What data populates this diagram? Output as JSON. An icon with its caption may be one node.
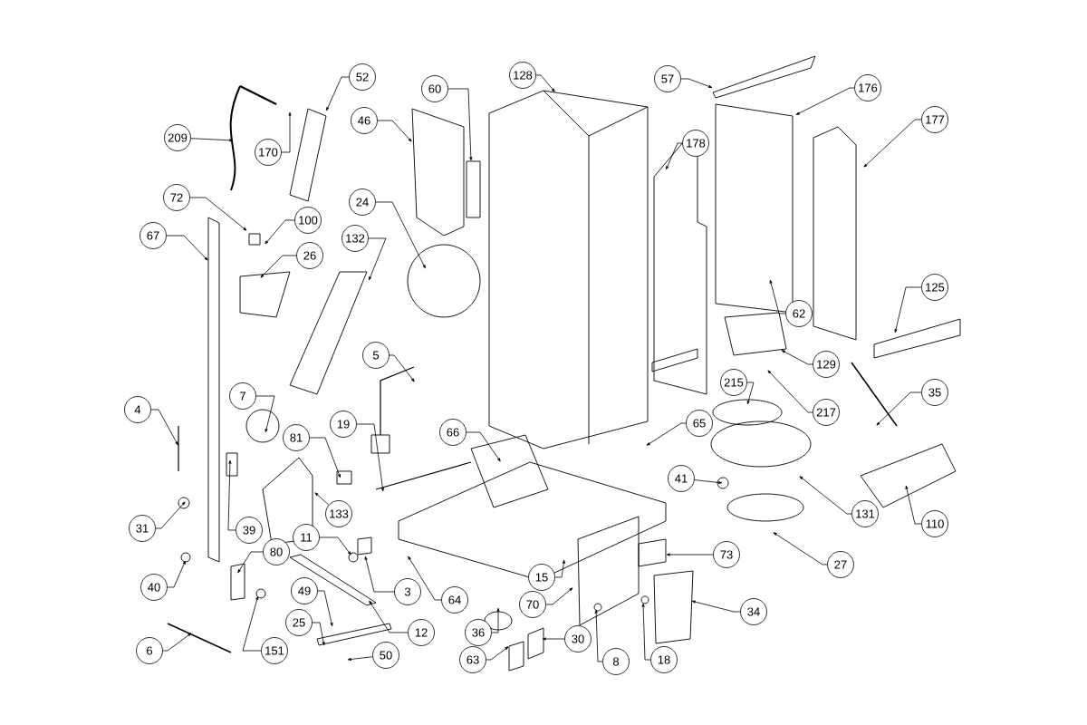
{
  "diagram": {
    "nodes": [
      {
        "text": [
          "52"
        ]
      },
      {
        "text": [
          "128"
        ]
      },
      {
        "text": [
          "57"
        ]
      },
      {
        "text": [
          "176"
        ]
      },
      {
        "text": [
          "60"
        ]
      },
      {
        "text": [
          "177"
        ]
      },
      {
        "text": [
          "46"
        ]
      },
      {
        "text": [
          "209"
        ]
      },
      {
        "text": [
          "178"
        ]
      },
      {
        "text": [
          "170"
        ]
      },
      {
        "text": [
          "72"
        ]
      },
      {
        "text": [
          "24"
        ]
      },
      {
        "text": [
          "100"
        ]
      },
      {
        "text": [
          "67"
        ]
      },
      {
        "text": [
          "132"
        ]
      },
      {
        "text": [
          "26"
        ]
      },
      {
        "text": [
          "125"
        ]
      },
      {
        "text": [
          "62"
        ]
      },
      {
        "text": [
          "5"
        ]
      },
      {
        "text": [
          "129"
        ]
      },
      {
        "text": [
          "215"
        ]
      },
      {
        "text": [
          "35"
        ]
      },
      {
        "text": [
          "7"
        ]
      },
      {
        "text": [
          "4"
        ]
      },
      {
        "text": [
          "217"
        ]
      },
      {
        "text": [
          "65"
        ]
      },
      {
        "text": [
          "19"
        ]
      },
      {
        "text": [
          "66"
        ]
      },
      {
        "text": [
          "81"
        ]
      },
      {
        "text": [
          "41"
        ]
      },
      {
        "text": [
          "133"
        ]
      },
      {
        "text": [
          "131"
        ]
      },
      {
        "text": [
          "110"
        ]
      },
      {
        "text": [
          "31"
        ]
      },
      {
        "text": [
          "39"
        ]
      },
      {
        "text": [
          "11"
        ]
      },
      {
        "text": [
          "80"
        ]
      },
      {
        "text": [
          "73"
        ]
      },
      {
        "text": [
          "27"
        ]
      },
      {
        "text": [
          "15"
        ]
      },
      {
        "text": [
          "40"
        ]
      },
      {
        "text": [
          "49"
        ]
      },
      {
        "text": [
          "3"
        ]
      },
      {
        "text": [
          "64"
        ]
      },
      {
        "text": [
          "70"
        ]
      },
      {
        "text": [
          "34"
        ]
      },
      {
        "text": [
          "25"
        ]
      },
      {
        "text": [
          "12"
        ]
      },
      {
        "text": [
          "36"
        ]
      },
      {
        "text": [
          "30"
        ]
      },
      {
        "text": [
          "6"
        ]
      },
      {
        "text": [
          "151"
        ]
      },
      {
        "text": [
          "50"
        ]
      },
      {
        "text": [
          "63"
        ]
      },
      {
        "text": [
          "8"
        ]
      },
      {
        "text": [
          "18"
        ]
      }
    ],
    "edges": [
      {
        "from": 0,
        "to": null,
        "arrow": "to"
      },
      {
        "from": 1,
        "to": null,
        "arrow": "to"
      },
      {
        "from": 2,
        "to": null,
        "arrow": "to"
      },
      {
        "from": 3,
        "to": null,
        "arrow": "to"
      },
      {
        "from": 4,
        "to": null,
        "arrow": "to"
      },
      {
        "from": 5,
        "to": null,
        "arrow": "to"
      },
      {
        "from": 6,
        "to": null,
        "arrow": "to"
      },
      {
        "from": 7,
        "to": null,
        "arrow": "to"
      },
      {
        "from": 8,
        "to": null,
        "arrow": "to"
      },
      {
        "from": 9,
        "to": null,
        "arrow": "to"
      },
      {
        "from": 10,
        "to": null,
        "arrow": "to"
      },
      {
        "from": 11,
        "to": null,
        "arrow": "to"
      },
      {
        "from": 12,
        "to": null,
        "arrow": "to"
      },
      {
        "from": 13,
        "to": null,
        "arrow": "to"
      },
      {
        "from": 14,
        "to": null,
        "arrow": "to"
      },
      {
        "from": 15,
        "to": null,
        "arrow": "to"
      },
      {
        "from": 16,
        "to": null,
        "arrow": "to"
      },
      {
        "from": 17,
        "to": null,
        "arrow": "to"
      },
      {
        "from": 18,
        "to": null,
        "arrow": "to"
      },
      {
        "from": 19,
        "to": null,
        "arrow": "to"
      },
      {
        "from": 20,
        "to": null,
        "arrow": "to"
      },
      {
        "from": 21,
        "to": null,
        "arrow": "to"
      },
      {
        "from": 22,
        "to": null,
        "arrow": "to"
      },
      {
        "from": 23,
        "to": null,
        "arrow": "to"
      },
      {
        "from": 24,
        "to": null,
        "arrow": "to"
      },
      {
        "from": 25,
        "to": null,
        "arrow": "to"
      },
      {
        "from": 26,
        "to": null,
        "arrow": "to"
      },
      {
        "from": 27,
        "to": null,
        "arrow": "to"
      },
      {
        "from": 28,
        "to": null,
        "arrow": "to"
      },
      {
        "from": 29,
        "to": null,
        "arrow": "to"
      },
      {
        "from": 30,
        "to": null,
        "arrow": "to"
      },
      {
        "from": 31,
        "to": null,
        "arrow": "to"
      },
      {
        "from": 32,
        "to": null,
        "arrow": "to"
      },
      {
        "from": 33,
        "to": null,
        "arrow": "to"
      },
      {
        "from": 34,
        "to": null,
        "arrow": "to"
      },
      {
        "from": 35,
        "to": null,
        "arrow": "to"
      },
      {
        "from": 36,
        "to": null,
        "arrow": "to"
      },
      {
        "from": 37,
        "to": null,
        "arrow": "to"
      },
      {
        "from": 38,
        "to": null,
        "arrow": "to"
      },
      {
        "from": 39,
        "to": null,
        "arrow": "to"
      },
      {
        "from": 40,
        "to": null,
        "arrow": "to"
      },
      {
        "from": 41,
        "to": null,
        "arrow": "to"
      },
      {
        "from": 42,
        "to": null,
        "arrow": "to"
      },
      {
        "from": 43,
        "to": null,
        "arrow": "to"
      },
      {
        "from": 44,
        "to": null,
        "arrow": "to"
      },
      {
        "from": 45,
        "to": null,
        "arrow": "to"
      },
      {
        "from": 46,
        "to": null,
        "arrow": "to"
      },
      {
        "from": 47,
        "to": null,
        "arrow": "to"
      },
      {
        "from": 48,
        "to": null,
        "arrow": "to"
      },
      {
        "from": 49,
        "to": null,
        "arrow": "to"
      },
      {
        "from": 50,
        "to": null,
        "arrow": "to"
      },
      {
        "from": 51,
        "to": null,
        "arrow": "to"
      },
      {
        "from": 52,
        "to": null,
        "arrow": "to"
      },
      {
        "from": 53,
        "to": null,
        "arrow": "to"
      },
      {
        "from": 54,
        "to": null,
        "arrow": "to"
      },
      {
        "from": 55,
        "to": null,
        "arrow": "to"
      }
    ]
  }
}
